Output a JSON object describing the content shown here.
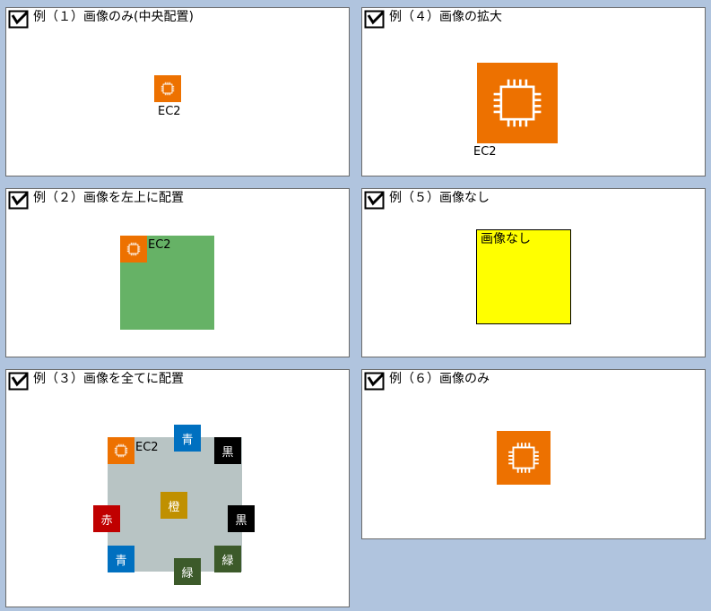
{
  "panels": {
    "p1": {
      "title": "例（１）画像のみ(中央配置)",
      "ec2_label": "EC2"
    },
    "p2": {
      "title": "例（２）画像を左上に配置",
      "ec2_label": "EC2"
    },
    "p3": {
      "title": "例（３）画像を全てに配置",
      "ec2_label": "EC2",
      "boxes": {
        "blue_top": "青",
        "black_top_right": "黒",
        "orange_center": "橙",
        "red_left": "赤",
        "black_right": "黒",
        "blue_bottom_left": "青",
        "green_bottom": "緑",
        "green_bottom_right": "緑"
      }
    },
    "p4": {
      "title": "例（４）画像の拡大",
      "ec2_label": "EC2"
    },
    "p5": {
      "title": "例（５）画像なし",
      "box_label": "画像なし"
    },
    "p6": {
      "title": "例（６）画像のみ"
    }
  },
  "colors": {
    "background": "#b0c4de",
    "ec2_orange": "#ed7100",
    "green_container": "#66b266",
    "gray_container": "#b8c4c4",
    "yellow_box": "#ffff00",
    "blue": "#0070c0",
    "black": "#000000",
    "gold": "#c09000",
    "red": "#c00000",
    "dark_green": "#3c5a2a"
  },
  "icons": {
    "frame": "frame-edit-icon",
    "ec2": "ec2-chip-icon"
  }
}
